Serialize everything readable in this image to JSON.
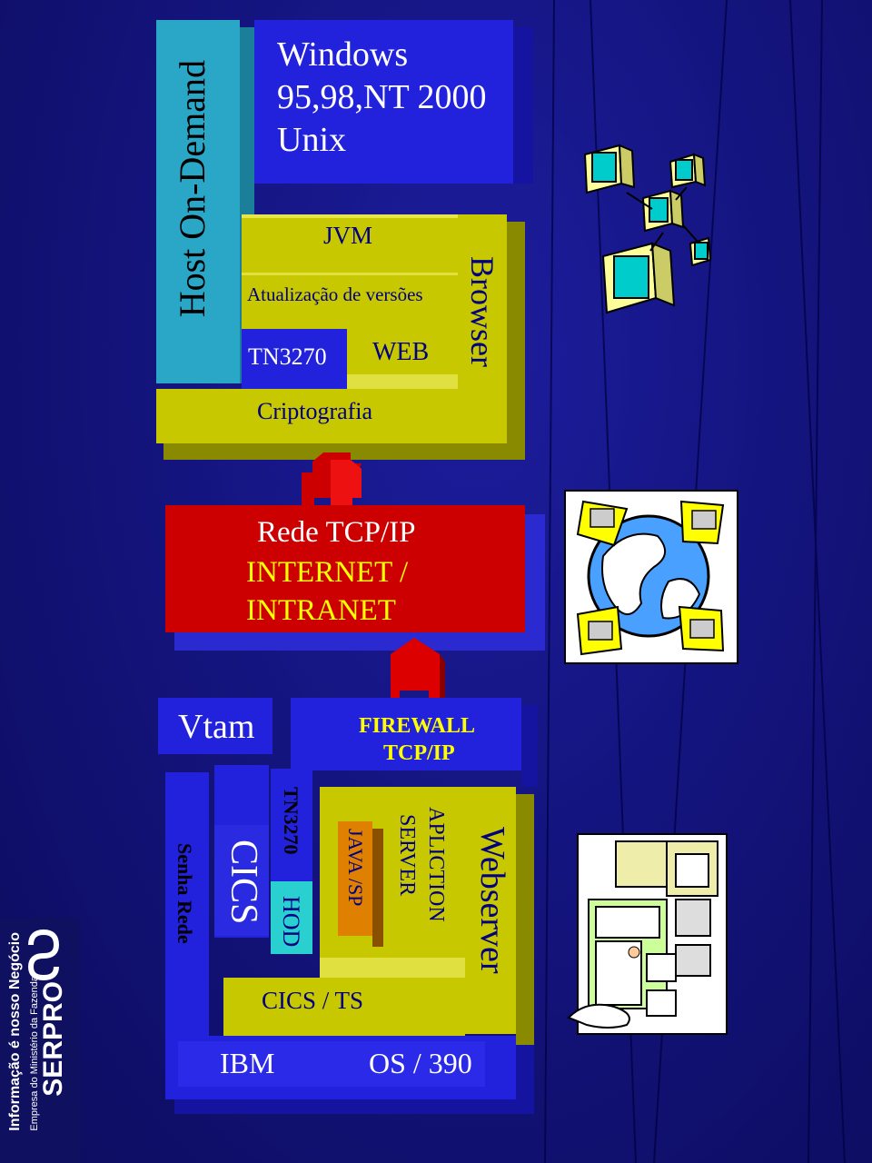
{
  "top_stack": {
    "host_label": "Host On-Demand",
    "os_lines": [
      "Windows",
      "95,98,NT 2000",
      "Unix"
    ],
    "jvm": "JVM",
    "update": "Atualização de versões",
    "tn3270": "TN3270",
    "web": "WEB",
    "crypto": "Criptografia",
    "browser": "Browser"
  },
  "network": {
    "line1": "Rede TCP/IP",
    "line2": "INTERNET /",
    "line3": "INTRANET"
  },
  "mainframe": {
    "vtam": "Vtam",
    "firewall_1": "FIREWALL",
    "firewall_2": "TCP/IP",
    "senha": "Senha Rede",
    "cics": "CICS",
    "tn3270": "TN3270",
    "hod": "HOD",
    "java": "JAVA /SP",
    "app_server_1": "APLICTION",
    "app_server_2": "SERVER",
    "webserver": "Webserver",
    "cics_ts": "CICS / TS",
    "ibm": "IBM",
    "os390": "OS / 390"
  },
  "brand": {
    "name": "SERPRO",
    "sub": "Empresa do Ministério da Fazenda",
    "slogan": "Informação é nosso Negócio"
  },
  "colors": {
    "blue": "#2222dd",
    "cyan": "#2aa7c7",
    "yellow": "#c8c800",
    "red": "#cc0000",
    "text_yellow": "#ffff00"
  }
}
